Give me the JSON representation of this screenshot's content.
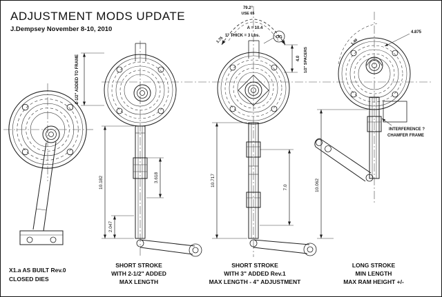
{
  "header": {
    "title": "ADJUSTMENT MODS UPDATE",
    "subtitle": "J.Dempsey  November 8-10, 2010"
  },
  "fig1": {
    "caption1": "X1.a  AS BUILT Rev.0",
    "caption2": "CLOSED DIES"
  },
  "fig2": {
    "added_note": "2-1/2\" ADDED TO FRAME",
    "dim_total": "10.182",
    "dim_mid": "3.618",
    "dim_low": "2.047",
    "caption1": "SHORT STROKE",
    "caption2": "WITH 2-1/2\" ADDED",
    "caption3": "MAX LENGTH"
  },
  "fig3": {
    "arc_dim": "79.2°",
    "arc_note": "USE 65",
    "note_a": "A = 10.4",
    "note_thick": "1\" THICK = 3 Lbs.",
    "balloon": "OG",
    "dim_small": "1.75",
    "dim_spacer": "4.0",
    "spacer_note": "1/2\" SPACERS",
    "dim_total": "10.717",
    "dim_mid": "7.0",
    "caption1": "SHORT STROKE",
    "caption2": "WITH 3\" ADDED Rev.1",
    "caption3": "MAX LENGTH - 4\" ADJUSTMENT"
  },
  "fig4": {
    "dim_top": "4.875",
    "dim_diag": "1.49",
    "note1": "INTERFERENCE ?",
    "note2": "CHAMFER FRAME",
    "dim_total": "10.062",
    "caption1": "LONG STROKE",
    "caption2": "MIN LENGTH",
    "caption3": "MAX RAM HEIGHT +/-"
  }
}
